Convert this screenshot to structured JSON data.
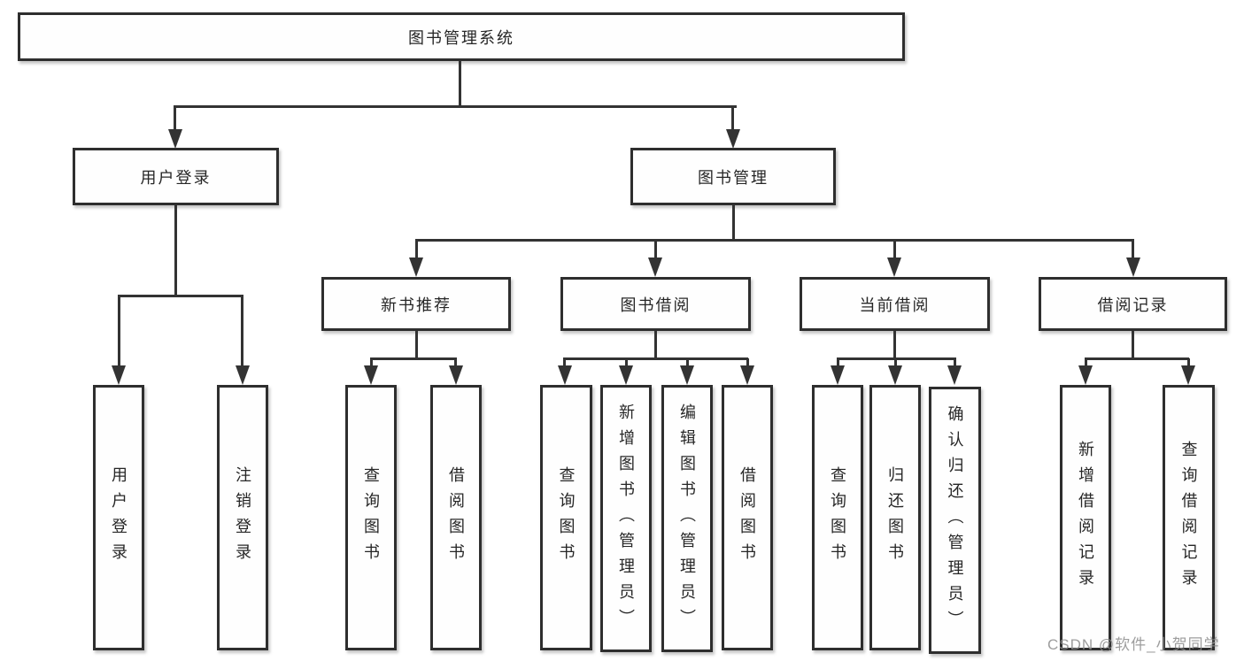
{
  "diagram": {
    "title": "图书管理系统",
    "watermark": "CSDN @软件_小贺同学",
    "colors": {
      "background": "#ffffff",
      "box_border": "#2e2e2e",
      "line": "#333333",
      "text": "#262626",
      "watermark": "#8c8c8c"
    },
    "tree": {
      "root": "图书管理系统",
      "branches": [
        {
          "label": "用户登录",
          "children": [
            "用户登录",
            "注销登录"
          ]
        },
        {
          "label": "图书管理",
          "groups": [
            {
              "label": "新书推荐",
              "children": [
                "查询图书",
                "借阅图书"
              ]
            },
            {
              "label": "图书借阅",
              "children": [
                "查询图书",
                "新增图书（管理员）",
                "编辑图书（管理员）",
                "借阅图书"
              ]
            },
            {
              "label": "当前借阅",
              "children": [
                "查询图书",
                "归还图书",
                "确认归还（管理员）"
              ]
            },
            {
              "label": "借阅记录",
              "children": [
                "新增借阅记录",
                "查询借阅记录"
              ]
            }
          ]
        }
      ]
    }
  }
}
